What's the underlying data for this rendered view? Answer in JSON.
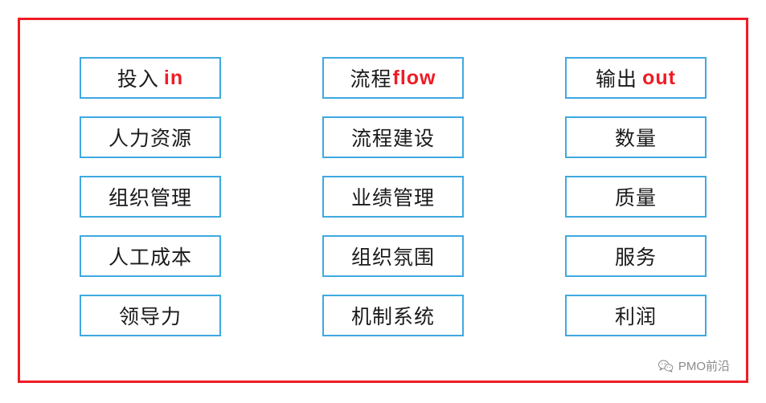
{
  "diagram": {
    "frame_color": "#ee1c25",
    "cell_border_color": "#3ea9e0",
    "accent_color": "#ee1c25",
    "columns": [
      {
        "id": "input",
        "header": {
          "cn": "投入",
          "en": "in"
        },
        "items": [
          "人力资源",
          "组织管理",
          "人工成本",
          "领导力"
        ]
      },
      {
        "id": "process",
        "header": {
          "cn": "流程",
          "en": "flow"
        },
        "items": [
          "流程建设",
          "业绩管理",
          "组织氛围",
          "机制系统"
        ]
      },
      {
        "id": "output",
        "header": {
          "cn": "输出",
          "en": "out"
        },
        "items": [
          "数量",
          "质量",
          "服务",
          "利润"
        ]
      }
    ]
  },
  "watermark": {
    "icon": "wechat-icon",
    "text": "PMO前沿"
  }
}
